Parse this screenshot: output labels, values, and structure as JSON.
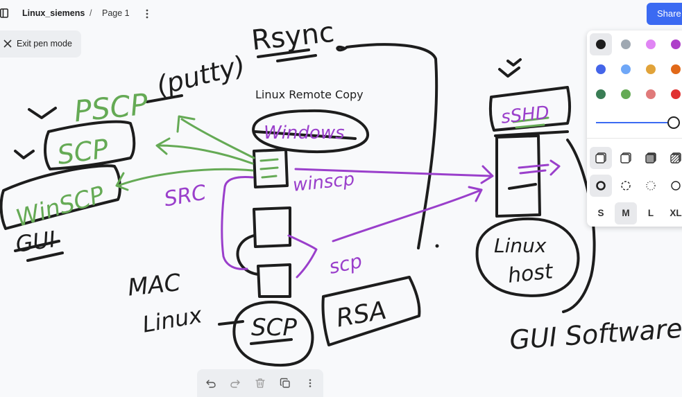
{
  "topbar": {
    "doc_title": "Linux_siemens",
    "separator": "/",
    "page_name": "Page 1",
    "share_label": "Share",
    "icons": [
      "sidebar-toggle-icon",
      "more-vertical-icon"
    ]
  },
  "exit_pen": {
    "label": "Exit pen mode",
    "icon": "close-icon"
  },
  "style_panel": {
    "colors": [
      "#1d1d1d",
      "#9fa8b2",
      "#e085f4",
      "#ae3ec9",
      "#4465e9",
      "#6fa7f7",
      "#e1a33a",
      "#e16919",
      "#3a7d55",
      "#65aa55",
      "#e07a7a",
      "#e03131"
    ],
    "selected_color": 0,
    "opacity": 1.0,
    "fill_options": [
      "fill-none-icon",
      "fill-semi-icon",
      "fill-solid-icon",
      "fill-pattern-icon"
    ],
    "dash_options": [
      "dash-draw-icon",
      "dash-dashed-icon",
      "dash-dotted-icon",
      "dash-solid-icon"
    ],
    "sizes": [
      "S",
      "M",
      "L",
      "XL"
    ],
    "selected_size": "M"
  },
  "bottom_toolbar": {
    "icons": [
      "undo-icon",
      "redo-icon",
      "trash-icon",
      "duplicate-icon",
      "more-vertical-icon"
    ]
  },
  "canvas": {
    "stroke_colors": {
      "black": "#1d1d1d",
      "green": "#65aa55",
      "purple": "#9a3fcb"
    },
    "texts": {
      "rsync": "Rsync",
      "pscp": "PSCP",
      "putty": "(putty)",
      "title": "Linux Remote Copy",
      "windows": "Windows",
      "scp_box": "SCP",
      "winscp_box": "WinSCP",
      "gui": "GUI",
      "src": "SRC",
      "winscp_label": "winscp",
      "scp_label": "scp",
      "mac_linux_1": "MAC",
      "mac_linux_2": "Linux",
      "scp_circle": "SCP",
      "rsa": "RSA",
      "sshd": "sSHD",
      "linux_host_1": "Linux",
      "linux_host_2": "host",
      "gui_software": "GUI Software"
    }
  }
}
